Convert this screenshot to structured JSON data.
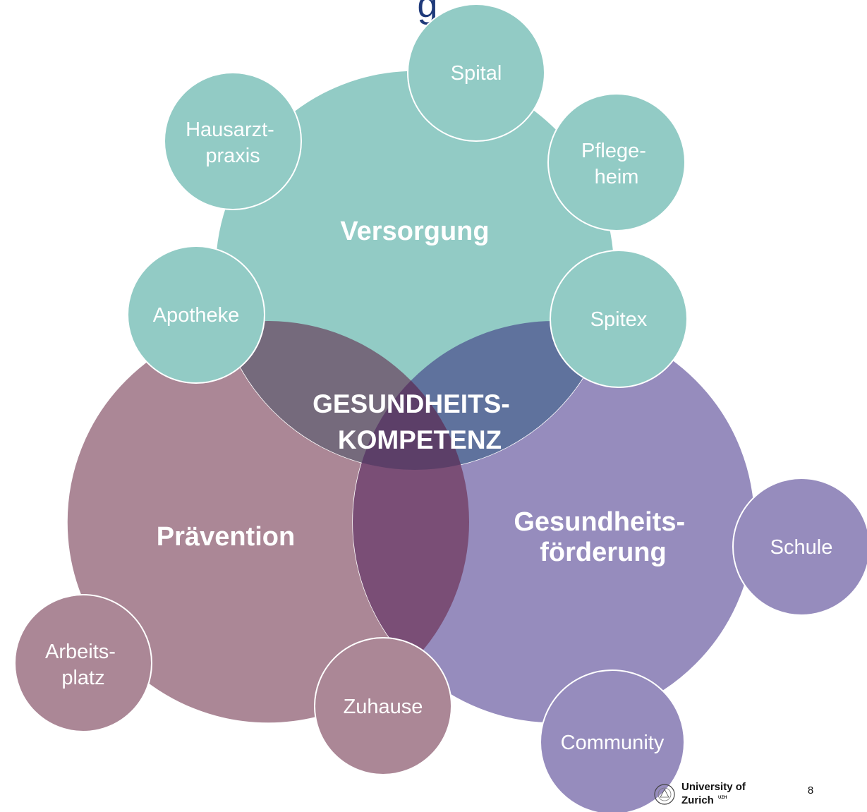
{
  "title_fragment": "g",
  "colors": {
    "versorgung": "#92cbc5",
    "praevention": "#ab8796",
    "foerderung": "#968cbd",
    "overlap_vp": "#756a7c",
    "overlap_vf": "#5f729d",
    "overlap_pf": "#7a4e76",
    "overlap_all": "#5c3f68"
  },
  "main_circles": {
    "versorgung": "Versorgung",
    "praevention": "Prävention",
    "foerderung": [
      "Gesundheits-",
      "förderung"
    ]
  },
  "center": [
    "GESUNDHEITS-",
    "KOMPETENZ"
  ],
  "satellites": {
    "spital": [
      "Spital"
    ],
    "hausarzt": [
      "Hausarzt-",
      "praxis"
    ],
    "pflegeheim": [
      "Pflege-",
      "heim"
    ],
    "apotheke": [
      "Apotheke"
    ],
    "spitex": [
      "Spitex"
    ],
    "schule": [
      "Schule"
    ],
    "arbeitsplatz": [
      "Arbeits-",
      "platz"
    ],
    "zuhause": [
      "Zuhause"
    ],
    "community": [
      "Community"
    ]
  },
  "footer": {
    "university_line1": "University of",
    "university_line2": "Zurich",
    "uzh": "UZH",
    "page_number": "8"
  }
}
